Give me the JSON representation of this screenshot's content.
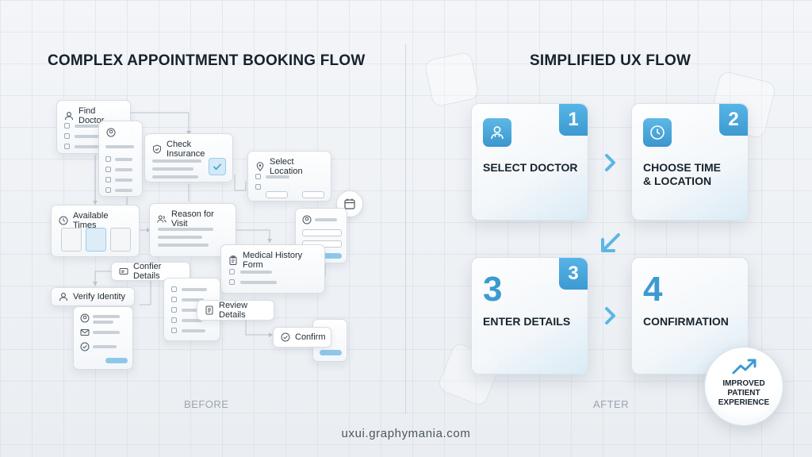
{
  "before": {
    "title": "COMPLEX APPOINTMENT BOOKING FLOW",
    "footer": "BEFORE",
    "cards": {
      "find_doctor": "Find Doctor",
      "check_insurance": "Check Insurance",
      "select_location": "Select Location",
      "available_times": "Available Times",
      "reason_for_visit": "Reason for Visit",
      "confier_details": "Confier Details",
      "medical_history_form": "Medical History Form",
      "verify_identity": "Verify Identity",
      "review_details": "Review Details",
      "confirm": "Confirm"
    }
  },
  "after": {
    "title": "SIMPLIFIED UX FLOW",
    "footer": "AFTER",
    "steps": [
      {
        "number": "1",
        "label": "SELECT DOCTOR",
        "icon": "doctor-icon"
      },
      {
        "number": "2",
        "label": "CHOOSE TIME\n& LOCATION",
        "icon": "clock-icon"
      },
      {
        "number": "3",
        "label": "ENTER DETAILS",
        "big": "3"
      },
      {
        "number": "",
        "label": "CONFIRMATION",
        "big": "4"
      }
    ],
    "badge": "IMPROVED PATIENT EXPERIENCE",
    "badge_icon": "trend-up-icon"
  },
  "footer_url": "uxui.graphymania.com",
  "colors": {
    "accent": "#3d9ad1",
    "accent_light": "#8ec8e9",
    "background": "#eef1f4"
  }
}
